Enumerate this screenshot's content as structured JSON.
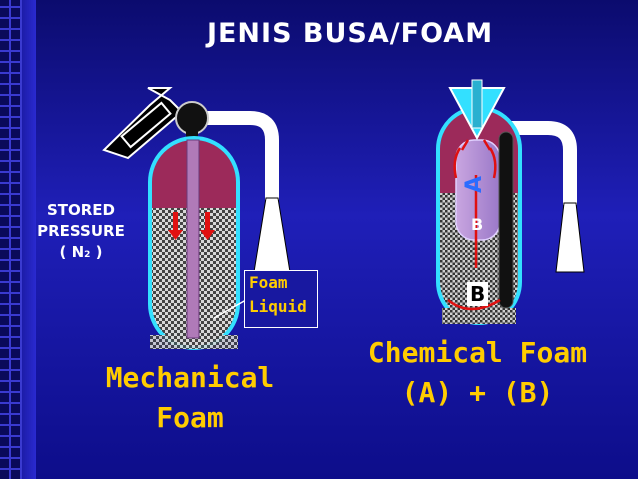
{
  "title": "JENIS BUSA/FOAM",
  "left_diagram": {
    "stored_pressure_line1": "STORED",
    "stored_pressure_line2": "PRESSURE",
    "stored_pressure_line3_prefix": "( N",
    "stored_pressure_subscript": "2",
    "stored_pressure_line3_suffix": " )",
    "foam_liquid_line1": "Foam",
    "foam_liquid_line2": "Liquid",
    "caption_line1": "Mechanical",
    "caption_line2": "Foam"
  },
  "right_diagram": {
    "label_a": "A",
    "label_b_inner": "B",
    "label_b_outer": "B",
    "caption_line1": "Chemical Foam",
    "caption_line2": "(A) + (B)"
  },
  "colors": {
    "title": "#ffffff",
    "caption": "#ffcc00",
    "tank_outline": "#33e0ff",
    "tank_top": "#9c2a5a",
    "arrow_red": "#e01010"
  }
}
